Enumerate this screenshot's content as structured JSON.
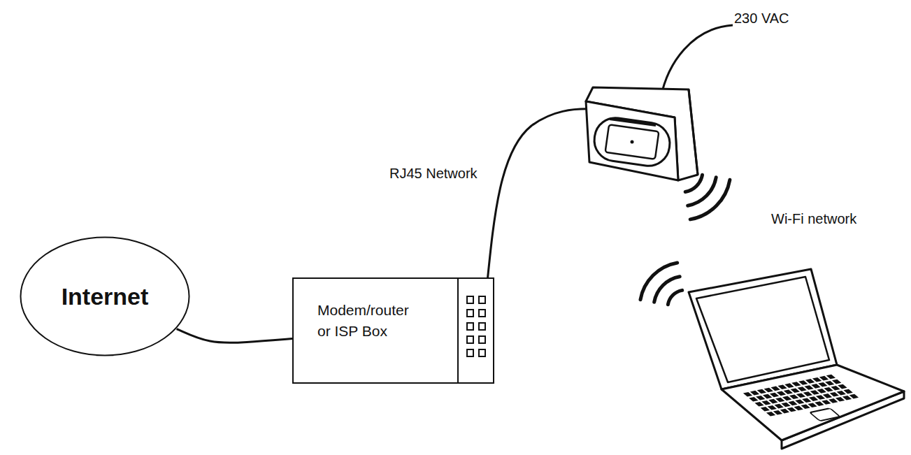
{
  "diagram": {
    "nodes": [
      {
        "text": [
          "Internet"
        ]
      },
      {
        "text": [
          "Modem/router or ISP Box"
        ]
      }
    ],
    "edges": [
      {
        "from": 0,
        "to": 1,
        "arrow": "none"
      }
    ],
    "labels": [
      "230 VAC",
      "RJ45 Network",
      "Wi-Fi network"
    ]
  }
}
